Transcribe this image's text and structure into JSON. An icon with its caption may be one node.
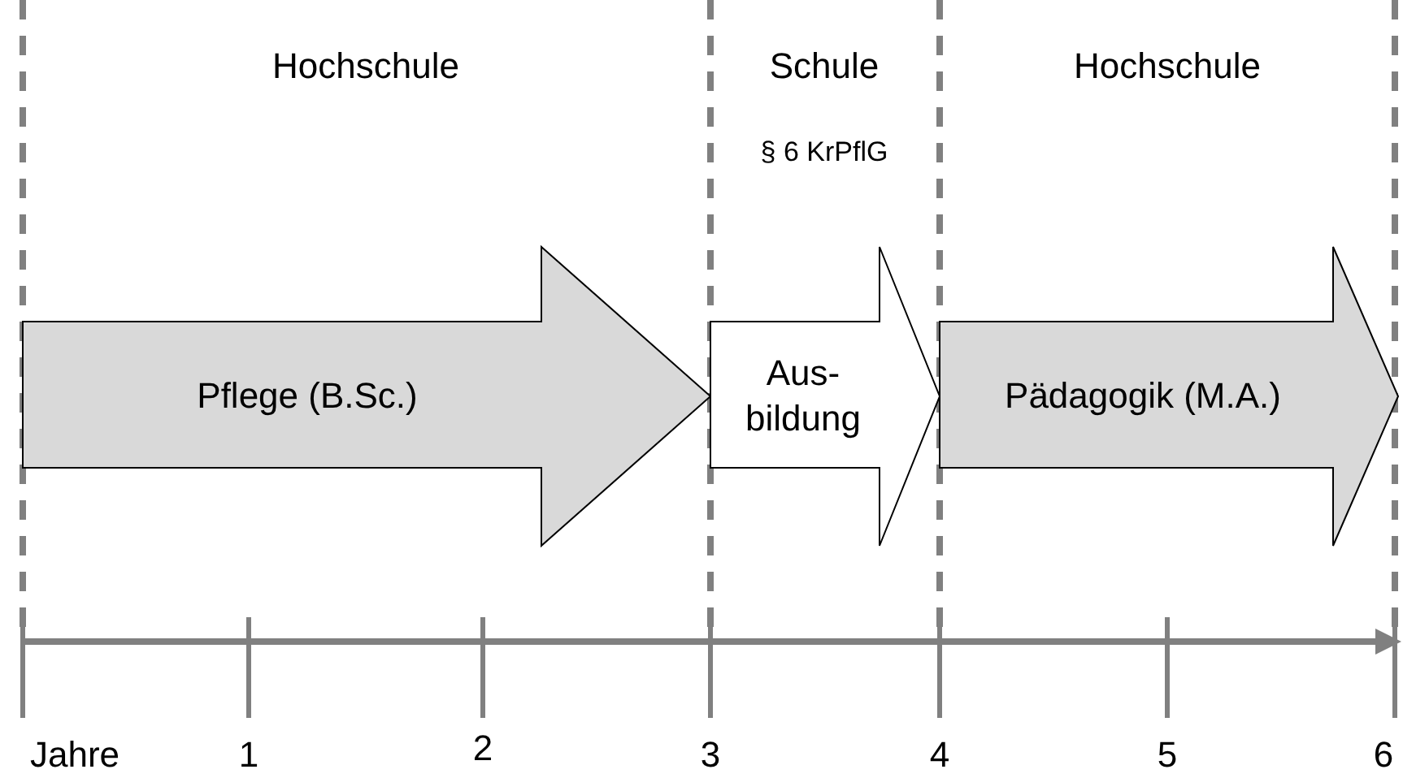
{
  "diagram": {
    "nodes": [
      {
        "text": [
          "Pflege (B.Sc.)"
        ]
      },
      {
        "text": [
          "Aus- bildung"
        ]
      },
      {
        "text": [
          "Pädagogik (M.A.)"
        ]
      }
    ],
    "labels": [
      "Hochschule",
      "Schule",
      "§ 6 KrPflG",
      "Hochschule",
      "Jahre",
      "1",
      "2",
      "3",
      "4",
      "5",
      "6"
    ]
  }
}
